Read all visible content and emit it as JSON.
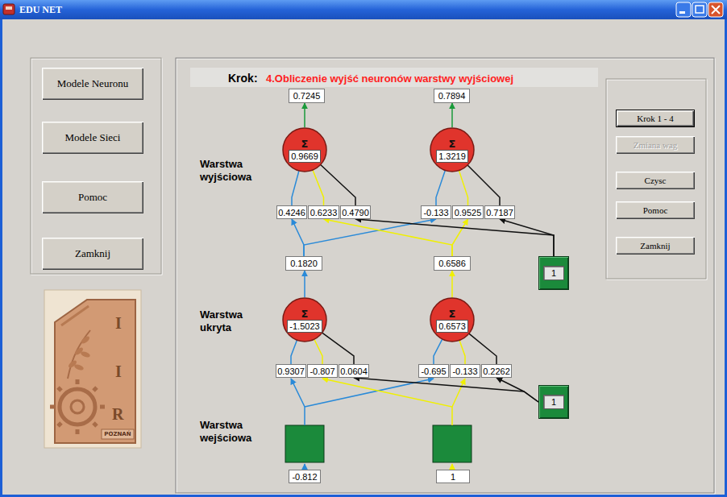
{
  "diagram": {
    "title": "EDU NET",
    "nodes": [
      {
        "text": [
          "Modele Neuronu"
        ]
      },
      {
        "text": [
          "Modele Sieci"
        ]
      },
      {
        "text": [
          "Pomoc"
        ]
      },
      {
        "text": [
          "Zamknij"
        ]
      },
      {
        "text": [
          "0.7245"
        ]
      },
      {
        "text": [
          "0.7894"
        ]
      },
      {
        "text": [
          "Krok 1 - 4"
        ]
      },
      {
        "text": [
          "Zmiana wag"
        ]
      },
      {
        "text": [
          "Σ",
          "0.9669"
        ]
      },
      {
        "text": [
          "Σ",
          "1.3219"
        ]
      },
      {
        "text": [
          "Czysc"
        ]
      },
      {
        "text": [
          "Pomoc"
        ]
      },
      {
        "text": [
          "Zamknij"
        ]
      },
      {
        "text": [
          "0.4246"
        ]
      },
      {
        "text": [
          "0.6233"
        ]
      },
      {
        "text": [
          "0.4790"
        ]
      },
      {
        "text": [
          "-0.133"
        ]
      },
      {
        "text": [
          "0.9525"
        ]
      },
      {
        "text": [
          "0.7187"
        ]
      },
      {
        "text": [
          "0.1820"
        ]
      },
      {
        "text": [
          "0.6586"
        ]
      },
      {
        "text": [
          "1"
        ]
      },
      {
        "text": [
          "Σ",
          "-1.5023"
        ]
      },
      {
        "text": [
          "Σ",
          "0.6573"
        ]
      },
      {
        "text": [
          "0.9307"
        ]
      },
      {
        "text": [
          "-0.807"
        ]
      },
      {
        "text": [
          "0.0604"
        ]
      },
      {
        "text": [
          "-0.695"
        ]
      },
      {
        "text": [
          "-0.133"
        ]
      },
      {
        "text": [
          "0.2262"
        ]
      },
      {
        "text": [
          "1"
        ]
      },
      {
        "text": [
          "-0.812"
        ]
      },
      {
        "text": [
          "1"
        ]
      }
    ],
    "edges": [
      {
        "from": 8,
        "to": 4,
        "arrow": "to"
      },
      {
        "from": 9,
        "to": 5,
        "arrow": "to"
      },
      {
        "from": 13,
        "to": 8,
        "arrow": "none"
      },
      {
        "from": 14,
        "to": 8,
        "arrow": "none"
      },
      {
        "from": 15,
        "to": 8,
        "arrow": "none"
      },
      {
        "from": 16,
        "to": 9,
        "arrow": "none"
      },
      {
        "from": 17,
        "to": 9,
        "arrow": "none"
      },
      {
        "from": 18,
        "to": 9,
        "arrow": "none"
      },
      {
        "from": 19,
        "to": 13,
        "arrow": "to"
      },
      {
        "from": 19,
        "to": 16,
        "arrow": "to"
      },
      {
        "from": 20,
        "to": 14,
        "arrow": "to"
      },
      {
        "from": 20,
        "to": 17,
        "arrow": "to"
      },
      {
        "from": 21,
        "to": 15,
        "arrow": "to"
      },
      {
        "from": 21,
        "to": 18,
        "arrow": "to"
      },
      {
        "from": 22,
        "to": 19,
        "arrow": "to"
      },
      {
        "from": 23,
        "to": 20,
        "arrow": "to"
      },
      {
        "from": 24,
        "to": 22,
        "arrow": "none"
      },
      {
        "from": 25,
        "to": 22,
        "arrow": "none"
      },
      {
        "from": 26,
        "to": 22,
        "arrow": "none"
      },
      {
        "from": 27,
        "to": 23,
        "arrow": "none"
      },
      {
        "from": 28,
        "to": 23,
        "arrow": "none"
      },
      {
        "from": 29,
        "to": 23,
        "arrow": "none"
      },
      {
        "from": 30,
        "to": 26,
        "arrow": "to"
      },
      {
        "from": 30,
        "to": 29,
        "arrow": "to"
      }
    ],
    "labels": [
      "Krok:",
      "4.Obliczenie wyjść neuronów warstwy wyjściowej",
      "Warstwa wyjściowa",
      "Warstwa ukryta",
      "Warstwa wejściowa",
      "I",
      "I",
      "R",
      "POZNAŃ"
    ]
  }
}
